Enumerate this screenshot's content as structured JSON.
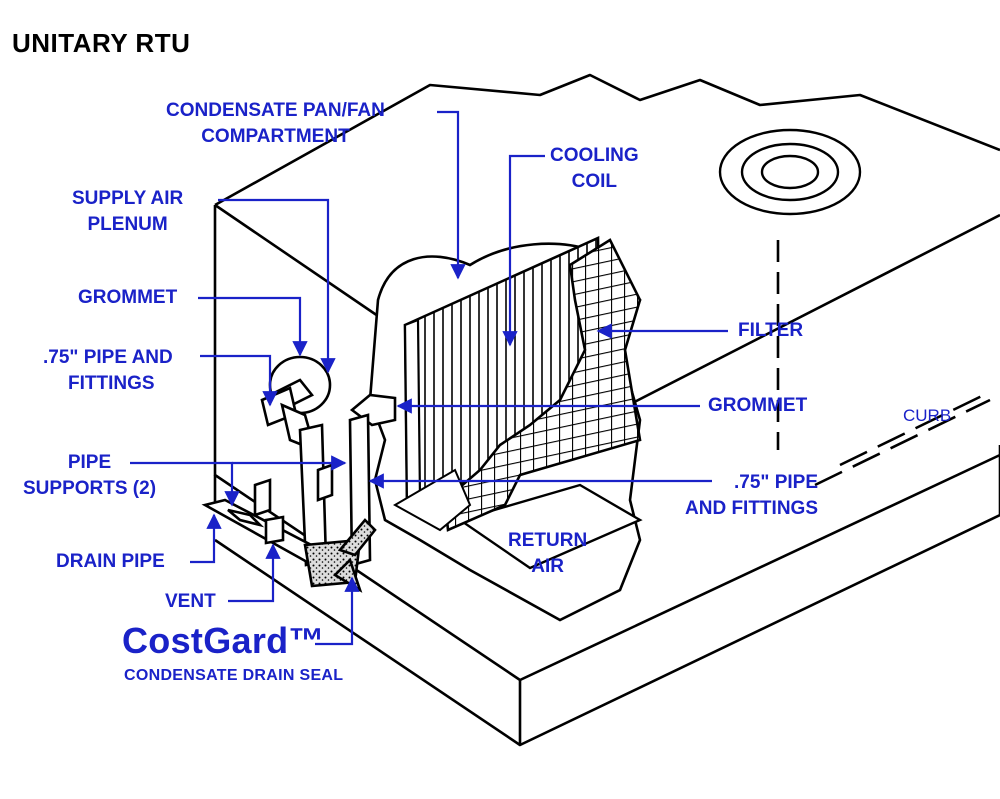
{
  "title": "UNITARY RTU",
  "labels": {
    "condensate_pan_1": "CONDENSATE PAN/FAN",
    "condensate_pan_2": "COMPARTMENT",
    "cooling_coil_1": "COOLING",
    "cooling_coil_2": "COIL",
    "supply_air_1": "SUPPLY AIR",
    "supply_air_2": "PLENUM",
    "grommet_left": "GROMMET",
    "pipe_left_1": ".75\" PIPE AND",
    "pipe_left_2": "FITTINGS",
    "filter": "FILTER",
    "grommet_right": "GROMMET",
    "curb": "CURB",
    "pipe_supports_1": "PIPE",
    "pipe_supports_2": "SUPPORTS (2)",
    "pipe_right_1": ".75\" PIPE",
    "pipe_right_2": "AND FITTINGS",
    "return_air_1": "RETURN",
    "return_air_2": "AIR",
    "drain_pipe": "DRAIN PIPE",
    "vent": "VENT"
  },
  "brand": {
    "name": "CostGard™",
    "tagline": "CONDENSATE DRAIN SEAL"
  },
  "colors": {
    "label_blue": "#1a22c8",
    "line_black": "#000000",
    "background": "#ffffff"
  }
}
